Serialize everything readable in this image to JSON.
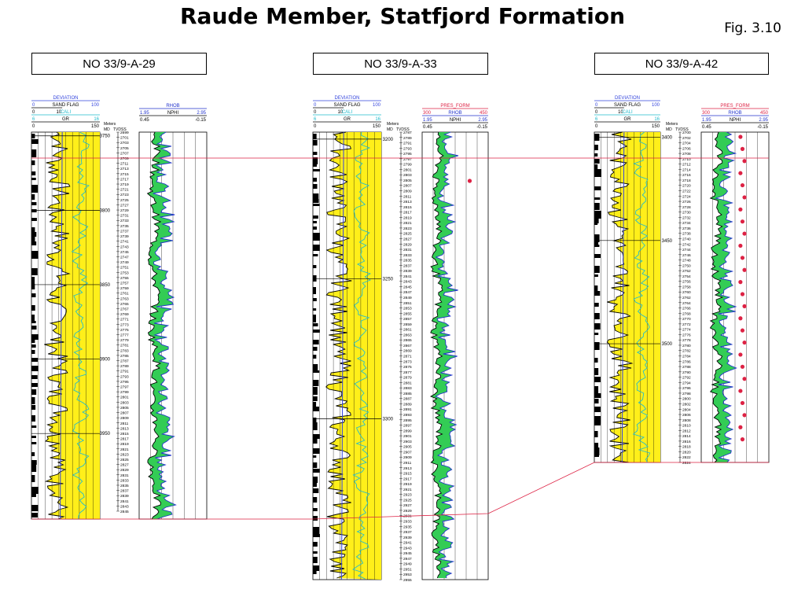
{
  "title": "Raude Member, Statfjord Formation",
  "figure_label": "Fig. 3.10",
  "colors": {
    "gr_fill": "#ffef1a",
    "nphi_rhob_fill": "#33cc55",
    "deviation": "#3344dd",
    "cali": "#22bbcc",
    "rhob": "#2233cc",
    "pres_form": "#dd2244",
    "correlation_line": "#dd2244"
  },
  "chart_data": [
    {
      "type": "well-log",
      "well": "NO 33/9-A-29",
      "left_track": {
        "curves": [
          {
            "name": "DEVIATION",
            "min": 0,
            "max": 100
          },
          {
            "name": "SAND FLAG",
            "min": 0,
            "max": 10
          },
          {
            "name": "CALI",
            "min": 6,
            "max": 16
          },
          {
            "name": "GR",
            "min": 0,
            "max": 150
          }
        ]
      },
      "depth": {
        "label": "Meters",
        "md_label": "MD",
        "tvdss_label": "TVDSS",
        "md_ticks": [
          "3750",
          "3800",
          "3850",
          "3900",
          "3950"
        ],
        "tvdss_range": [
          2699,
          2845
        ]
      },
      "right_track": {
        "curves": [
          {
            "name": "RHOB",
            "min": 1.95,
            "max": 2.95
          },
          {
            "name": "NPHI",
            "min": 0.45,
            "max": -0.15
          }
        ]
      }
    },
    {
      "type": "well-log",
      "well": "NO 33/9-A-33",
      "left_track": {
        "curves": [
          {
            "name": "DEVIATION",
            "min": 0,
            "max": 100
          },
          {
            "name": "SAND FLAG",
            "min": 0,
            "max": 10
          },
          {
            "name": "CALI",
            "min": 6,
            "max": 16
          },
          {
            "name": "GR",
            "min": 0,
            "max": 150
          }
        ]
      },
      "depth": {
        "label": "Meters",
        "md_label": "MD",
        "tvdss_label": "TVDSS",
        "md_ticks": [
          "3200",
          "3250",
          "3300"
        ],
        "tvdss_range": [
          2787,
          2955
        ]
      },
      "right_track": {
        "curves": [
          {
            "name": "PRES_FORM",
            "min": 300,
            "max": 450
          },
          {
            "name": "RHOB",
            "min": 1.95,
            "max": 2.95
          },
          {
            "name": "NPHI",
            "min": 0.45,
            "max": -0.15
          }
        ]
      }
    },
    {
      "type": "well-log",
      "well": "NO 33/9-A-42",
      "left_track": {
        "curves": [
          {
            "name": "DEVIATION",
            "min": 0,
            "max": 100
          },
          {
            "name": "SAND FLAG",
            "min": 0,
            "max": 10
          },
          {
            "name": "CALI",
            "min": 6,
            "max": 16
          },
          {
            "name": "GR",
            "min": 0,
            "max": 150
          }
        ]
      },
      "depth": {
        "label": "Meters",
        "md_label": "MD",
        "tvdss_label": "TVDSS",
        "md_ticks": [
          "3400",
          "3450",
          "3500"
        ],
        "tvdss_range": [
          2700,
          2825
        ]
      },
      "right_track": {
        "curves": [
          {
            "name": "PRES_FORM",
            "min": 300,
            "max": 450
          },
          {
            "name": "RHOB",
            "min": 1.95,
            "max": 2.95
          },
          {
            "name": "NPHI",
            "min": 0.45,
            "max": -0.15
          }
        ]
      }
    }
  ]
}
